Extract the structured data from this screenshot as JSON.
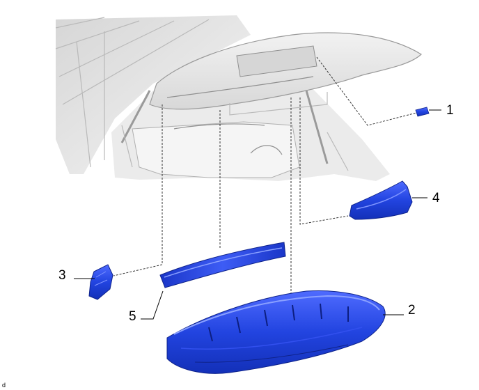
{
  "callouts": [
    {
      "id": "1",
      "label": "1"
    },
    {
      "id": "2",
      "label": "2"
    },
    {
      "id": "3",
      "label": "3"
    },
    {
      "id": "4",
      "label": "4"
    },
    {
      "id": "5",
      "label": "5"
    }
  ],
  "corner_mark": "d",
  "colors": {
    "part_blue": "#1f3fd8",
    "part_highlight": "#6f86ff",
    "vehicle_gray": "#e6e6e6",
    "leader_line": "#333333"
  }
}
